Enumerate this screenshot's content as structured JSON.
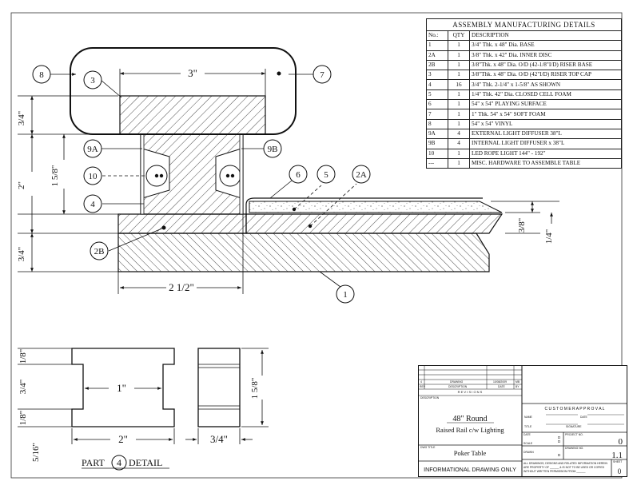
{
  "assembly_table": {
    "title": "ASSEMBLY MANUFACTURING DETAILS",
    "headers": [
      "No.:",
      "QTY",
      "DESCRIPTION"
    ],
    "rows": [
      [
        "1",
        "1",
        "3/4\" Thk. x 48\" Dia. BASE"
      ],
      [
        "2A",
        "1",
        "3/8\" Thk. x 42\" Dia. INNER DISC"
      ],
      [
        "2B",
        "1",
        "3/8\"Thk. x 48\" Dia. O/D  (42-1/8\"I/D) RISER BASE"
      ],
      [
        "3",
        "1",
        "3/8\"Thk. x 48\" Dia. O/D  (42\"I/D) RISER TOP CAP"
      ],
      [
        "4",
        "16",
        "3/4\" Thk. 2-1/4\" x 1-5/8\" AS SHOWN"
      ],
      [
        "5",
        "1",
        "1/4\" Thk. 42\" Dia. CLOSED CELL FOAM"
      ],
      [
        "6",
        "1",
        "54\" x 54\" PLAYING SURFACE"
      ],
      [
        "7",
        "1",
        "1\" Thk.  54\" x 54\" SOFT FOAM"
      ],
      [
        "8",
        "1",
        "54\" x 54\" VINYL"
      ],
      [
        "9A",
        "4",
        "EXTERNAL LIGHT DIFFUSER 38\"L"
      ],
      [
        "9B",
        "4",
        "INTERNAL LIGHT DIFFUSER x 38\"L"
      ],
      [
        "10",
        "1",
        "LED ROPE LIGHT 144\" - 192\""
      ],
      [
        "---",
        "1",
        "MISC. HARDWARE TO ASSEMBLE TABLE"
      ]
    ]
  },
  "balloons": {
    "b1": "1",
    "b2A": "2A",
    "b2B": "2B",
    "b3": "3",
    "b4": "4",
    "b5": "5",
    "b6": "6",
    "b7": "7",
    "b8": "8",
    "b9A": "9A",
    "b9B": "9B",
    "b10": "10"
  },
  "dimensions": {
    "top_width": "3\"",
    "cap_thickness": "3/4\"",
    "riser_height": "2\"",
    "block_height": "1 5/8\"",
    "base_thickness": "3/4\"",
    "base_width": "2 1/2\"",
    "surface_thickness": "3/8\"",
    "foam_thickness": "1/4\""
  },
  "part_detail": {
    "label_prefix": "PART",
    "part_number": "4",
    "label_suffix": "DETAIL",
    "dim_top": "1/8\"",
    "dim_web": "3/4\"",
    "dim_bottom": "1/8\"",
    "dim_slot": "5/16\"",
    "dim_inner": "1\"",
    "dim_width": "2\"",
    "dim_side_width": "3/4\"",
    "dim_height": "1 5/8\""
  },
  "title_block": {
    "rev_entry": [
      "4",
      "DRAWING",
      "10/08/2009",
      "MB"
    ],
    "rev_headers": [
      "REV",
      "DESCRIPTION",
      "DATE",
      "BY"
    ],
    "revisions_label": "R E V I S I O N S",
    "description_label": "DESCRIPTION",
    "title_main": "48\" Round",
    "title_sub": "Raised Rail c/w Lighting",
    "dwg_title_label": "DWG TITLE",
    "dwg_title": "Poker Table",
    "info": "INFORMATIONAL DRAWING ONLY",
    "customer_approval": "C U S T O M E R    A P P R O V A L",
    "name_label": "NAME",
    "date_label": "DATE",
    "title_label": "TITLE",
    "signature_label": "SIGNATURE",
    "date_field_label": "DATE",
    "scale_label": "SCALE",
    "drawn_label": "DRAWN",
    "field_d": "D",
    "project_label": "PROJECT NO.",
    "project_value": "0",
    "drawing_no_label": "DRAWING NO.",
    "drawing_no_value": "1.1",
    "sheet_label": "SHEET",
    "sheet_value": "0",
    "disclaimer_1": "ALL DRAWINGS, DESIGNS AND RELATED INFORMATION HEREIN",
    "disclaimer_2": "ARE PROPERTY OF ______ & IS NOT TO BE USED OR COPIED",
    "disclaimer_3": "WITHOUT WRITTEN PERMISSION FROM ______"
  }
}
